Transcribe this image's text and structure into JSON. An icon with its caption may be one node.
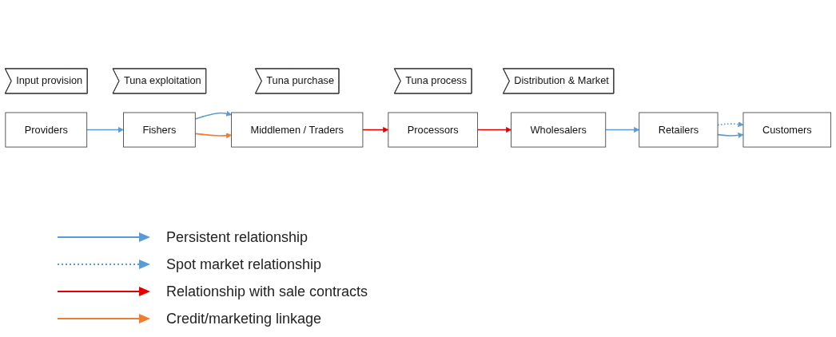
{
  "diagram": {
    "nodes": [
      {
        "text": [
          "Input provision"
        ]
      },
      {
        "text": [
          "Tuna exploitation"
        ]
      },
      {
        "text": [
          "Tuna purchase"
        ]
      },
      {
        "text": [
          "Tuna process"
        ]
      },
      {
        "text": [
          "Distribution & Market"
        ]
      },
      {
        "text": [
          "Providers"
        ]
      },
      {
        "text": [
          "Fishers"
        ]
      },
      {
        "text": [
          "Middlemen / Traders"
        ]
      },
      {
        "text": [
          "Processors"
        ]
      },
      {
        "text": [
          "Wholesalers"
        ]
      },
      {
        "text": [
          "Retailers"
        ]
      },
      {
        "text": [
          "Customers"
        ]
      }
    ],
    "edges": [
      {
        "from": 5,
        "to": 6,
        "arrow": "to"
      },
      {
        "from": 6,
        "to": 7,
        "arrow": "to"
      },
      {
        "from": 6,
        "to": 7,
        "arrow": "to",
        "color": "#ed7d31"
      },
      {
        "from": 7,
        "to": 8,
        "arrow": "to",
        "color": "#e00000"
      },
      {
        "from": 8,
        "to": 9,
        "arrow": "to",
        "color": "#e00000"
      },
      {
        "from": 9,
        "to": 10,
        "arrow": "to"
      },
      {
        "from": 10,
        "to": 11,
        "arrow": "to",
        "style": "dashed"
      },
      {
        "from": 10,
        "to": 11,
        "arrow": "to"
      }
    ],
    "legend": [
      {
        "text": "Persistent relationship"
      },
      {
        "text": "Spot market relationship"
      },
      {
        "text": "Relationship with sale contracts"
      },
      {
        "text": "Credit/marketing linkage"
      }
    ]
  }
}
